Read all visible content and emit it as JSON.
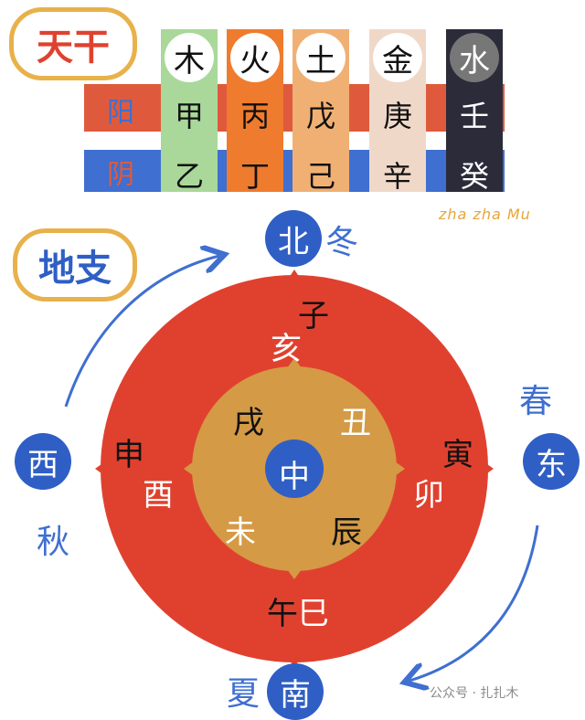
{
  "tiangan": {
    "title": "天干",
    "yang_label": "阳",
    "yin_label": "阴",
    "columns": [
      {
        "element": "木",
        "yang": "甲",
        "yin": "乙",
        "col_color": "#a9d89a",
        "circle": "#ffffff",
        "text": "#111111"
      },
      {
        "element": "火",
        "yang": "丙",
        "yin": "丁",
        "col_color": "#ef7b2e",
        "circle": "#ffffff",
        "text": "#111111"
      },
      {
        "element": "土",
        "yang": "戊",
        "yin": "己",
        "col_color": "#f0b073",
        "circle": "#ffffff",
        "text": "#111111"
      },
      {
        "element": "金",
        "yang": "庚",
        "yin": "辛",
        "col_color": "#f0d8c8",
        "circle": "#ffffff",
        "text": "#111111"
      },
      {
        "element": "水",
        "yang": "壬",
        "yin": "癸",
        "col_color": "#2b2b3a",
        "circle": "#777777",
        "text": "#ffffff"
      }
    ]
  },
  "signature": "zha zha Mu",
  "dizhi": {
    "title": "地支",
    "center": "中",
    "outer_branches": {
      "top_a": "子",
      "top_b": "亥",
      "left_a": "申",
      "left_b": "酉",
      "right_a": "寅",
      "right_b": "卯",
      "bottom_a": "午",
      "bottom_b": "巳"
    },
    "inner_branches": {
      "tl": "戌",
      "tr": "丑",
      "bl": "未",
      "br": "辰"
    },
    "directions": {
      "north": "北",
      "east": "东",
      "west": "西",
      "south": "南"
    },
    "seasons": {
      "winter": "冬",
      "spring": "春",
      "autumn": "秋",
      "summer": "夏"
    },
    "colors": {
      "outer": "#e0412f",
      "inner": "#d49a45",
      "blue": "#2f5fc5"
    }
  },
  "watermark": "公众号 · 扎扎木"
}
